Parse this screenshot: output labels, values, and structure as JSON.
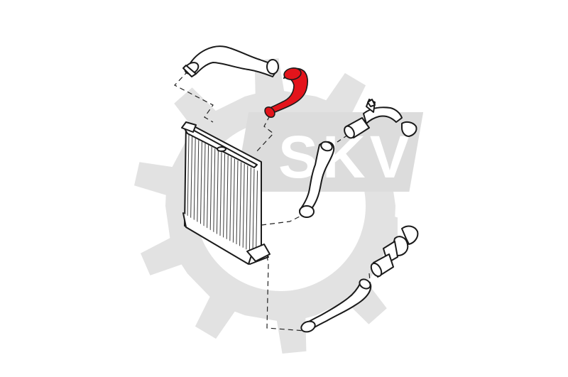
{
  "watermark": {
    "text": "SKV",
    "color": "#e2e2e2",
    "icon": "gear-icon"
  },
  "highlight_color": "#e3141b",
  "parts": [
    {
      "name": "intercooler",
      "highlighted": false
    },
    {
      "name": "hose-top-left",
      "highlighted": false
    },
    {
      "name": "hose-highlighted",
      "highlighted": true
    },
    {
      "name": "hose-upper-right-with-sensor",
      "highlighted": false
    },
    {
      "name": "hose-middle",
      "highlighted": false
    },
    {
      "name": "hose-lower-right-with-sensor",
      "highlighted": false
    },
    {
      "name": "hose-bottom",
      "highlighted": false
    }
  ]
}
